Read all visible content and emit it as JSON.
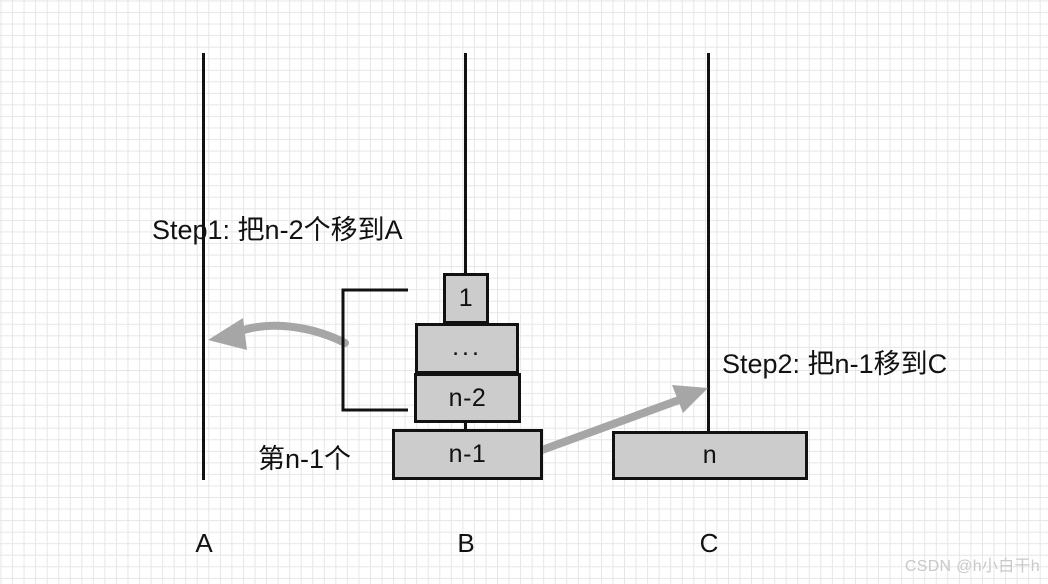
{
  "diagram": {
    "title": "Hanoi Tower recursion step diagram",
    "colors": {
      "block_fill": "#cccccc",
      "stroke": "#111111",
      "arrow": "#a6a6a6",
      "grid": "#e6e6e6",
      "watermark": "#c9c9c9"
    },
    "poles": [
      {
        "id": "A",
        "label": "A"
      },
      {
        "id": "B",
        "label": "B"
      },
      {
        "id": "C",
        "label": "C"
      }
    ],
    "blocks": [
      {
        "id": "disk-1",
        "label": "1",
        "on_pole": "B"
      },
      {
        "id": "disk-dots",
        "label": "...",
        "on_pole": "B"
      },
      {
        "id": "disk-n-2",
        "label": "n-2",
        "on_pole": "B"
      },
      {
        "id": "disk-n-1",
        "label": "n-1",
        "on_pole": "B"
      },
      {
        "id": "disk-n",
        "label": "n",
        "on_pole": "C"
      }
    ],
    "captions": {
      "step1": "Step1: 把n-2个移到A",
      "step2": "Step2: 把n-1移到C",
      "nth_minus_one": "第n-1个"
    },
    "arrows": [
      {
        "id": "arrow-b-to-a",
        "from": "B",
        "to": "A",
        "style": "curved",
        "caption_ref": "step1"
      },
      {
        "id": "arrow-b-to-c",
        "from": "B",
        "to": "C",
        "style": "straight",
        "caption_ref": "step2"
      }
    ],
    "bracket": {
      "id": "group-bracket",
      "groups": "disk-1 through disk-n-2"
    },
    "watermark": "CSDN @h小白干h"
  }
}
